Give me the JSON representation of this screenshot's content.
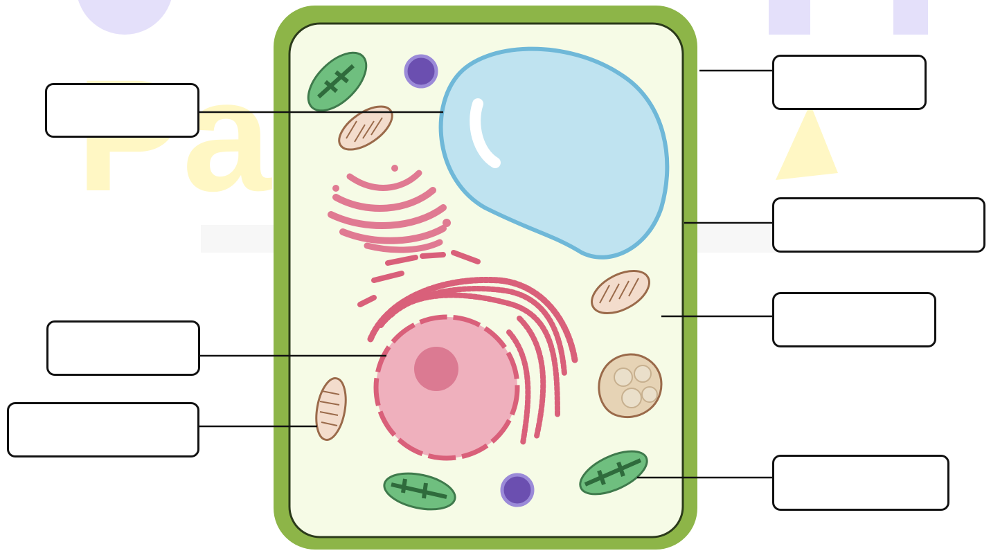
{
  "watermark": {
    "text": "Pa"
  },
  "label_boxes": [
    {
      "id": "label-box-vacuole",
      "text": ""
    },
    {
      "id": "label-box-nucleus",
      "text": ""
    },
    {
      "id": "label-box-mitochondrion",
      "text": ""
    },
    {
      "id": "label-box-cell-wall",
      "text": ""
    },
    {
      "id": "label-box-cell-membrane",
      "text": ""
    },
    {
      "id": "label-box-cytoplasm",
      "text": ""
    },
    {
      "id": "label-box-chloroplast",
      "text": ""
    }
  ],
  "colors": {
    "cell_wall": "#8db548",
    "cytoplasm": "#f6fbe6",
    "vacuole": "#bfe3f0",
    "vacuole_outline": "#6fb8d8",
    "nucleus": "#efb0bd",
    "nucleolus": "#db7a92",
    "er": "#d9607a",
    "mitochondrion": "#f3dccc",
    "chloroplast": "#6fbf7f",
    "ribosome": "#6b4fb0",
    "amyloplast": "#e6d3b5",
    "watermark_purple": "#e4e0fa",
    "watermark_yellow": "#fff7c4"
  },
  "icons": [
    "cell-wall",
    "vacuole",
    "nucleus",
    "golgi-apparatus",
    "endoplasmic-reticulum",
    "mitochondrion",
    "chloroplast",
    "ribosome",
    "amyloplast"
  ]
}
